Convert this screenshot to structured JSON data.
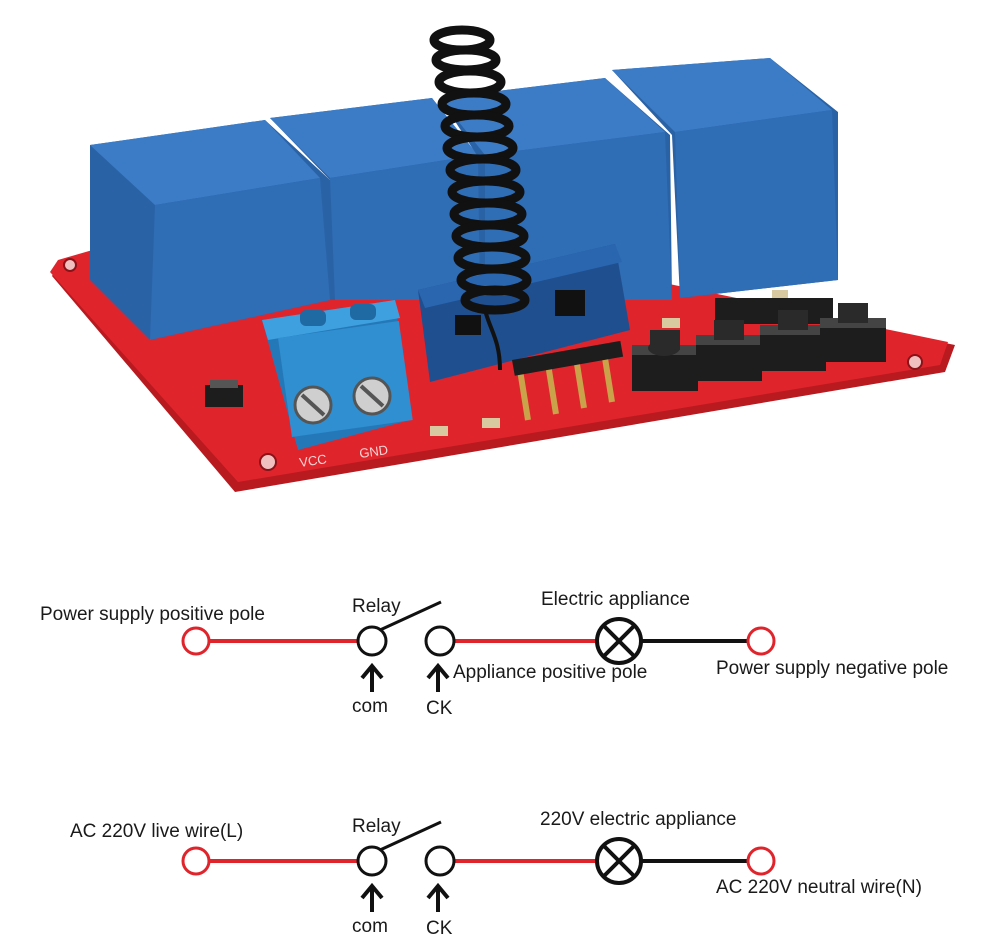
{
  "board": {
    "terminal_labels": [
      "VCC",
      "GND"
    ],
    "terminal_icon": "screw-terminal-icon",
    "antenna_icon": "coiled-antenna-icon",
    "relay_icon": "relay-cube-icon",
    "button_icon": "tactile-button-icon"
  },
  "colors": {
    "pcb": "#e0242c",
    "relay": "#2f6db5",
    "terminal": "#2f8fd1",
    "wire_red": "#e0242c",
    "wire_black": "#111111"
  },
  "diagrams": [
    {
      "relay_label": "Relay",
      "appliance_label": "Electric appliance",
      "left_label": "Power supply positive pole",
      "positive_label": "Appliance positive pole",
      "right_label": "Power supply negative pole",
      "com_label": "com",
      "ck_label": "CK"
    },
    {
      "relay_label": "Relay",
      "appliance_label": "220V electric appliance",
      "left_label": "AC 220V live wire(L)",
      "positive_label": "",
      "right_label": "AC 220V neutral wire(N)",
      "com_label": "com",
      "ck_label": "CK"
    }
  ]
}
